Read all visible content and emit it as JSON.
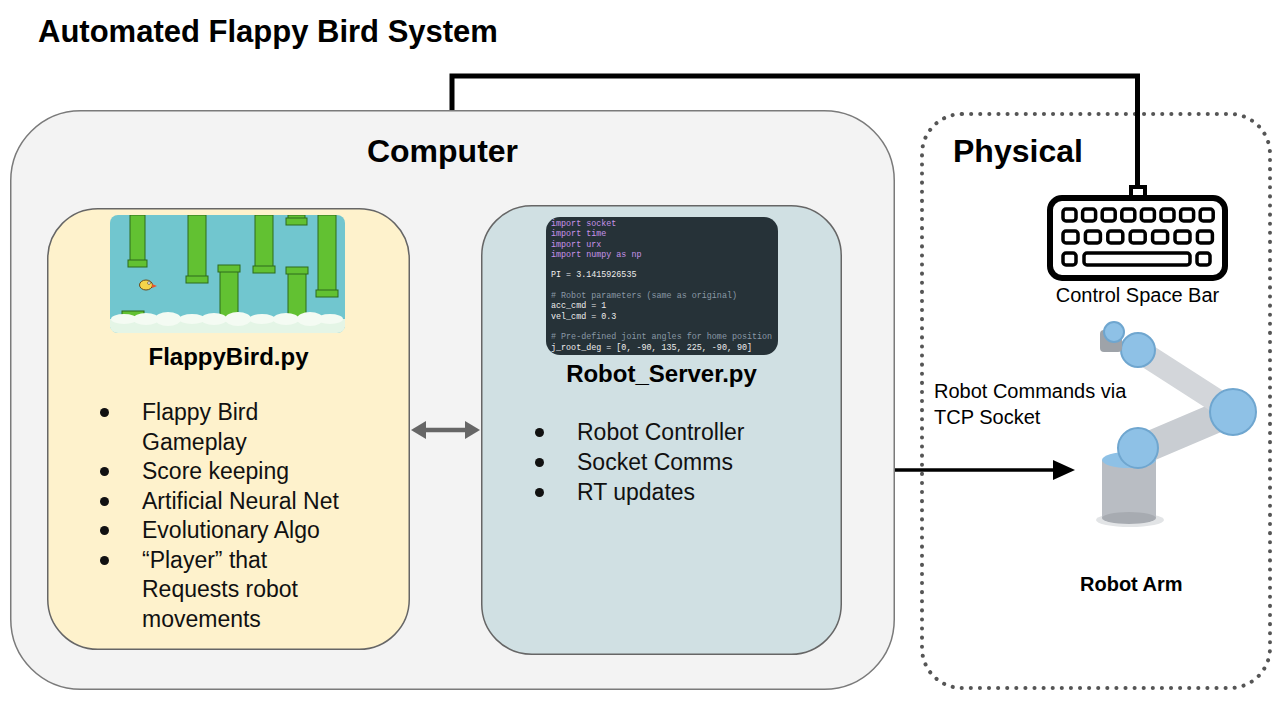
{
  "diagram": {
    "title": "Automated Flappy Bird System",
    "nodes": [
      {
        "text": [
          "Computer"
        ]
      },
      {
        "text": [
          "FlappyBird.py",
          "Flappy Bird Gameplay",
          "Score keeping",
          "Artificial Neural Net",
          "Evolutionary Algo",
          "“Player” that Requests robot movements"
        ],
        "in": 0
      },
      {
        "text": [
          "Robot_Server.py",
          "Robot Controller",
          "Socket Comms",
          "RT updates"
        ],
        "in": 0
      },
      {
        "text": [
          "Physical"
        ]
      },
      {
        "text": [
          "Control Space Bar"
        ],
        "in": 3
      },
      {
        "text": [
          "Robot Arm"
        ],
        "in": 3
      }
    ],
    "edges": [
      {
        "from": 0,
        "to": 4,
        "arrow": "none"
      },
      {
        "from": 1,
        "to": 2,
        "arrow": "both"
      },
      {
        "from": 0,
        "to": 5,
        "arrow": "to",
        "label": "Robot Commands via TCP Socket"
      }
    ],
    "labels": [
      "import socket",
      "import time",
      "import urx",
      "import numpy as np",
      "PI = 3.1415926535",
      "# Robot parameters (same as original)",
      "acc_cmd = 1",
      "vel_cmd = 0.3",
      "# Pre-defined joint angles for home position",
      "j_root_deg = [0, -90, 135, 225, -90, 90]"
    ]
  }
}
